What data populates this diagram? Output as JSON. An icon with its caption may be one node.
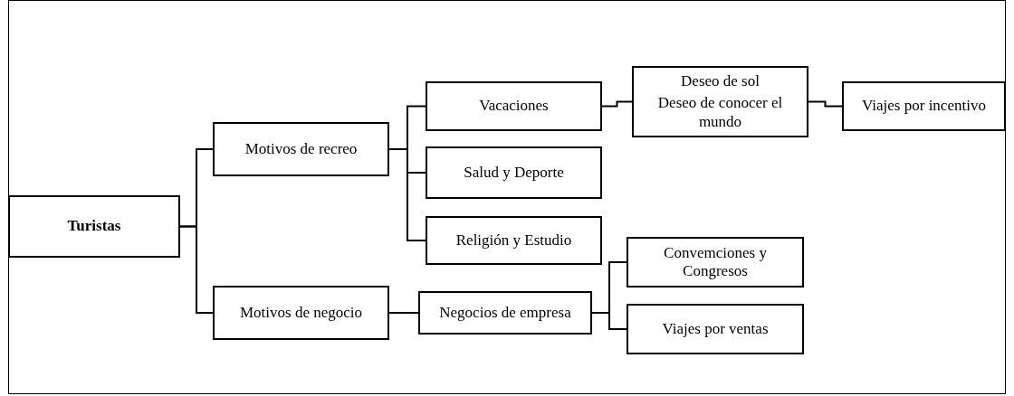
{
  "diagram": {
    "nodes": [
      {
        "text": [
          "Turistas"
        ]
      },
      {
        "text": [
          "Motivos de recreo"
        ]
      },
      {
        "text": [
          "Motivos de negocio"
        ]
      },
      {
        "text": [
          "Vacaciones"
        ]
      },
      {
        "text": [
          "Salud y Deporte"
        ]
      },
      {
        "text": [
          "Religión y Estudio"
        ]
      },
      {
        "text": [
          "Deseo de sol",
          "Deseo de conocer el mundo"
        ]
      },
      {
        "text": [
          "Viajes por incentivo"
        ]
      },
      {
        "text": [
          "Negocios de empresa"
        ]
      },
      {
        "text": [
          "Convemciones y Congresos"
        ]
      },
      {
        "text": [
          "Viajes por ventas"
        ]
      }
    ],
    "edges": [
      {
        "from": 0,
        "to": 1,
        "arrow": "none"
      },
      {
        "from": 0,
        "to": 2,
        "arrow": "none"
      },
      {
        "from": 1,
        "to": 3,
        "arrow": "none"
      },
      {
        "from": 1,
        "to": 4,
        "arrow": "none"
      },
      {
        "from": 1,
        "to": 5,
        "arrow": "none"
      },
      {
        "from": 3,
        "to": 6,
        "arrow": "none"
      },
      {
        "from": 6,
        "to": 7,
        "arrow": "none"
      },
      {
        "from": 2,
        "to": 8,
        "arrow": "none"
      },
      {
        "from": 8,
        "to": 9,
        "arrow": "none"
      },
      {
        "from": 8,
        "to": 10,
        "arrow": "none"
      }
    ]
  }
}
